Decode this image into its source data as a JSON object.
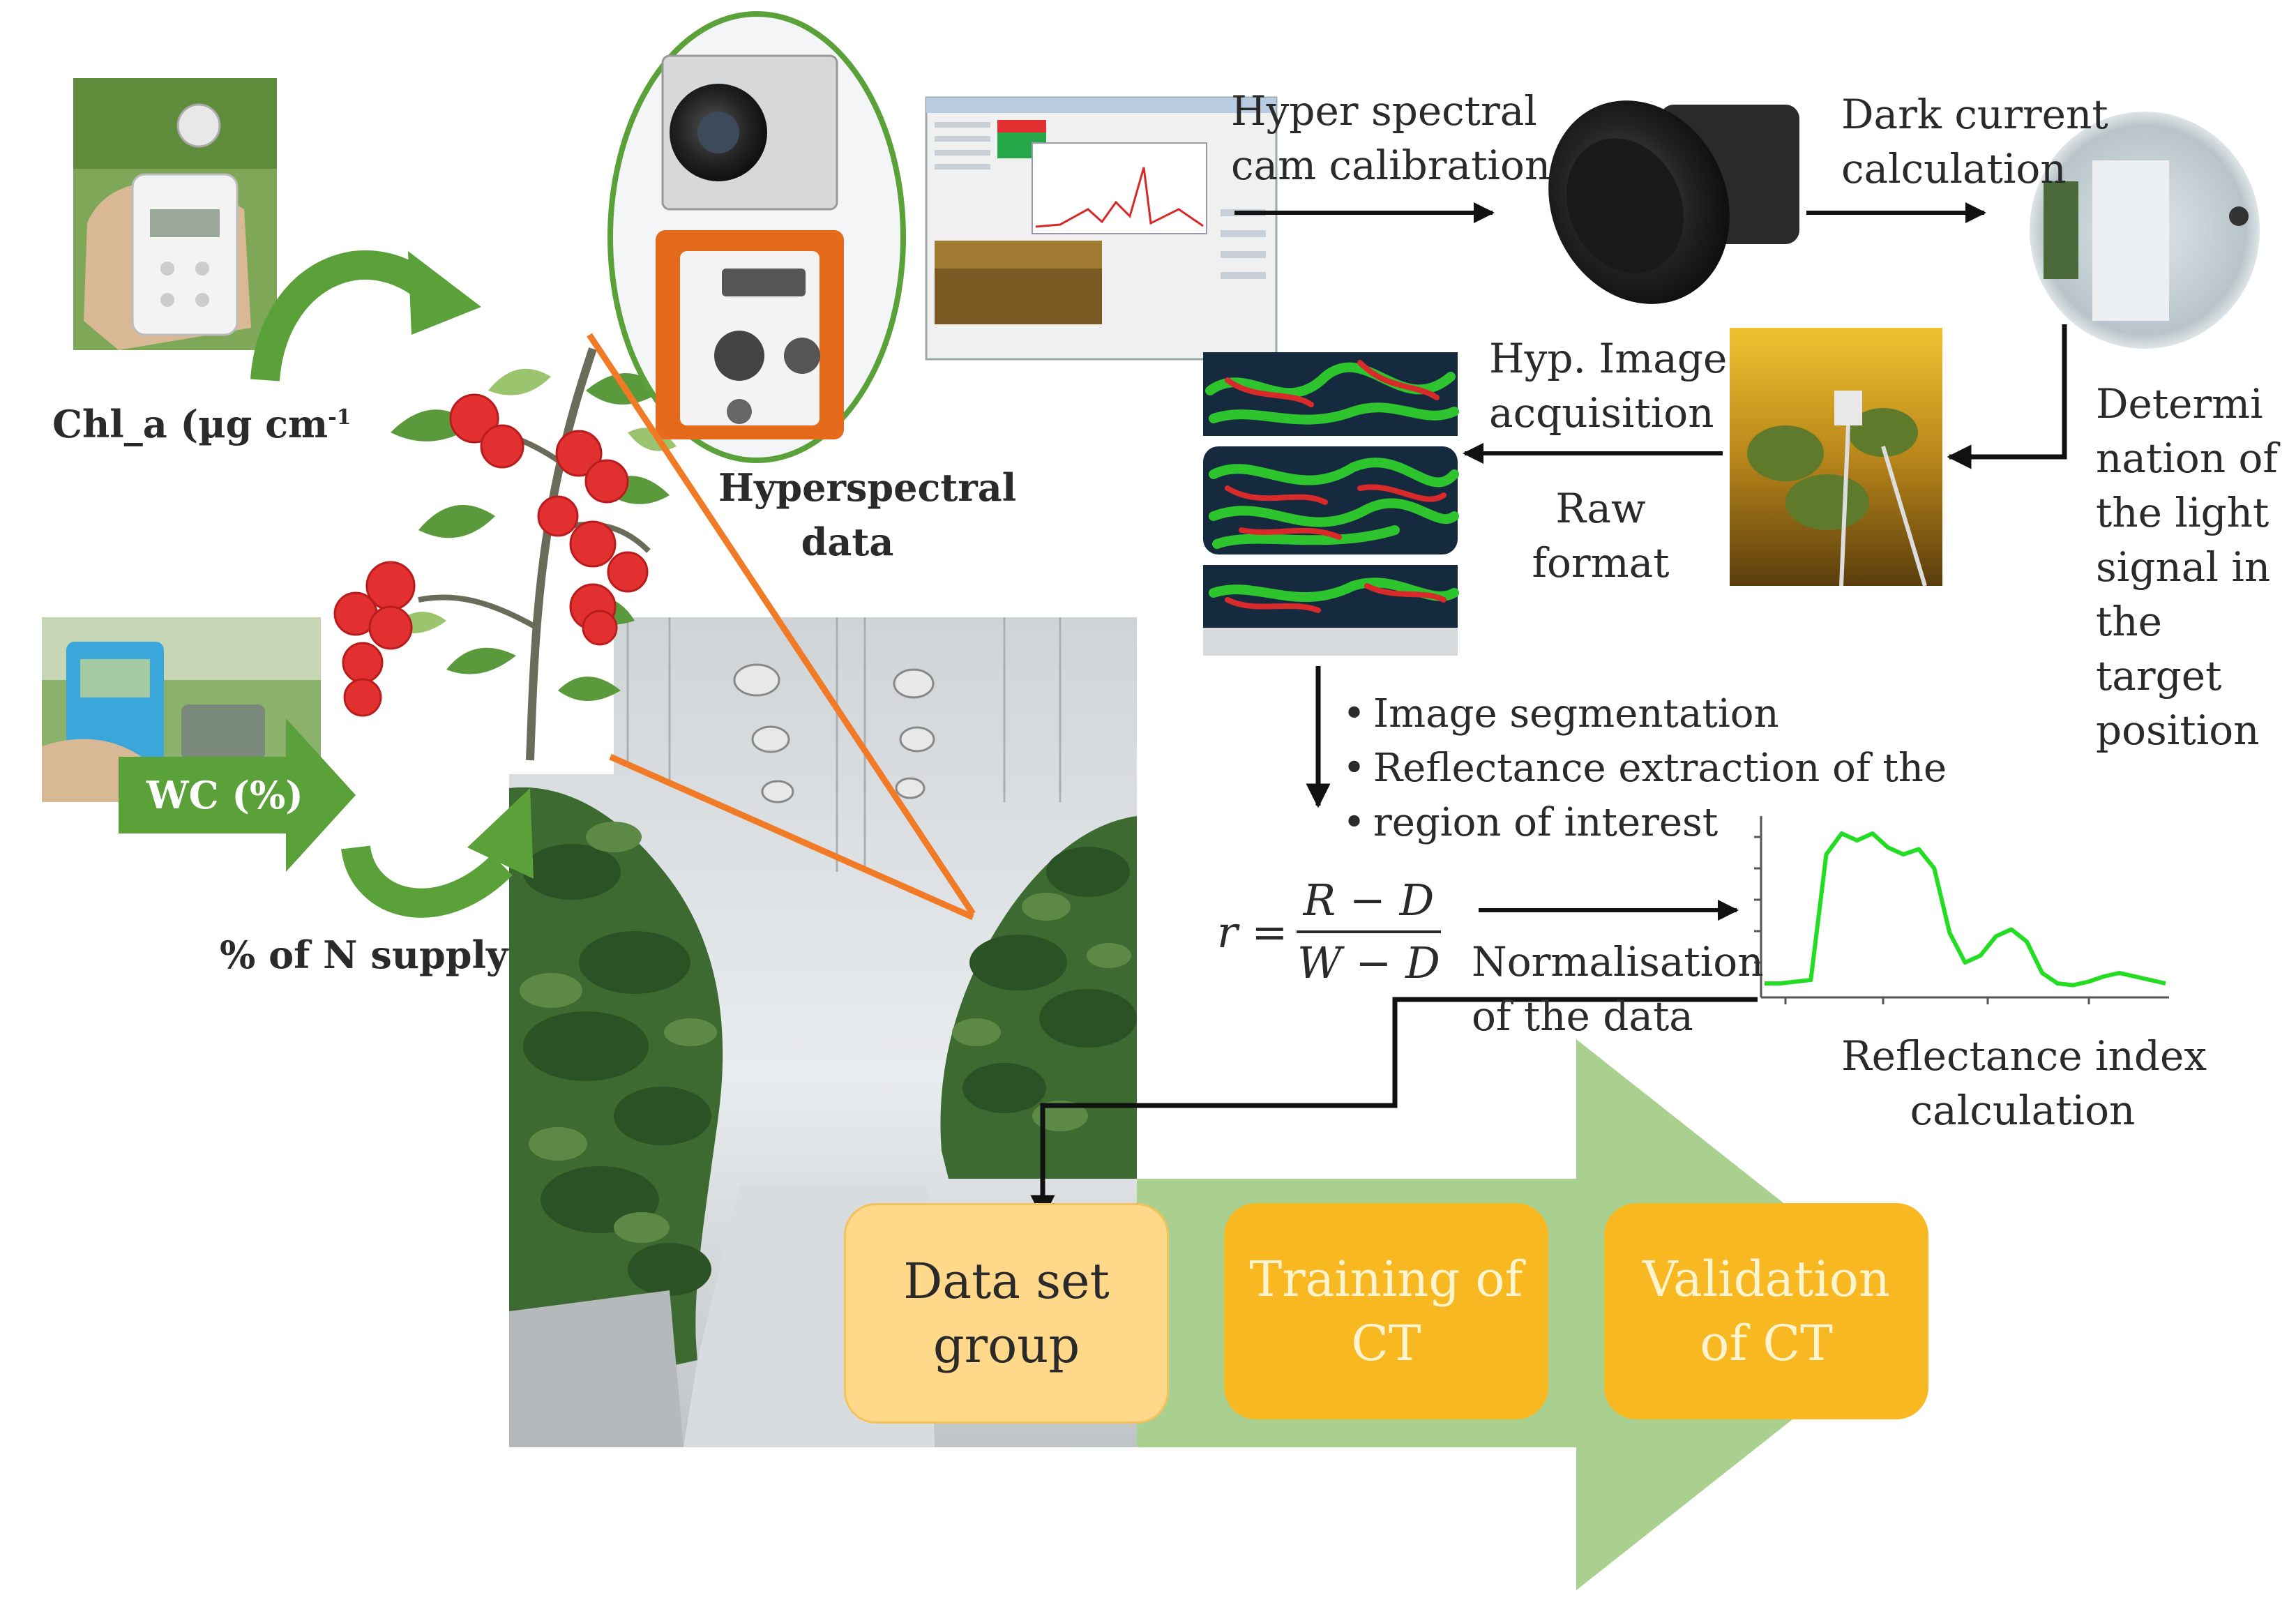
{
  "labels": {
    "chl_a": "Chl_a (µg cm",
    "chl_a_sup": "-1",
    "wc": "WC (%)",
    "n_supply": "% of N supply",
    "hyperspectral_data": [
      "Hyperspectral",
      "data"
    ],
    "cam_calibration": [
      "Hyper spectral",
      "cam calibration"
    ],
    "dark_current": [
      "Dark current",
      "calculation"
    ],
    "determination": [
      "Determi",
      "nation of",
      "the light",
      "signal in",
      "the",
      "target",
      "position"
    ],
    "hyp_acquisition": [
      "Hyp. Image",
      "acquisition"
    ],
    "raw_format": [
      "Raw",
      "format"
    ],
    "steps": [
      "Image segmentation",
      "Reflectance extraction of the",
      "region of interest"
    ],
    "normalisation": [
      "Normalisation",
      "of the data"
    ],
    "reflectance_index": [
      "Reflectance index",
      "calculation"
    ]
  },
  "formula": {
    "lhs": "r =",
    "numerator": "R − D",
    "denominator": "W − D"
  },
  "stages": [
    {
      "label": "Data set\ngroup"
    },
    {
      "label": "Training of\nCT"
    },
    {
      "label": "Validation\nof CT"
    }
  ],
  "colors": {
    "pipeline_arrow": "#a9d08e",
    "dataset_box": "#ffd88a",
    "stage_box": "#f7b821",
    "spectrum_line": "#22dd22",
    "orange_line": "#f07a26",
    "green_arrow": "#5aa13a"
  },
  "chart_data": {
    "type": "line",
    "series": [
      {
        "values": [
          0.06,
          0.06,
          0.07,
          0.08,
          0.8,
          0.92,
          0.88,
          0.92,
          0.84,
          0.8,
          0.83,
          0.72,
          0.35,
          0.18,
          0.22,
          0.33,
          0.37,
          0.3,
          0.12,
          0.06,
          0.05,
          0.07,
          0.1,
          0.12,
          0.1,
          0.08,
          0.06
        ]
      }
    ]
  }
}
